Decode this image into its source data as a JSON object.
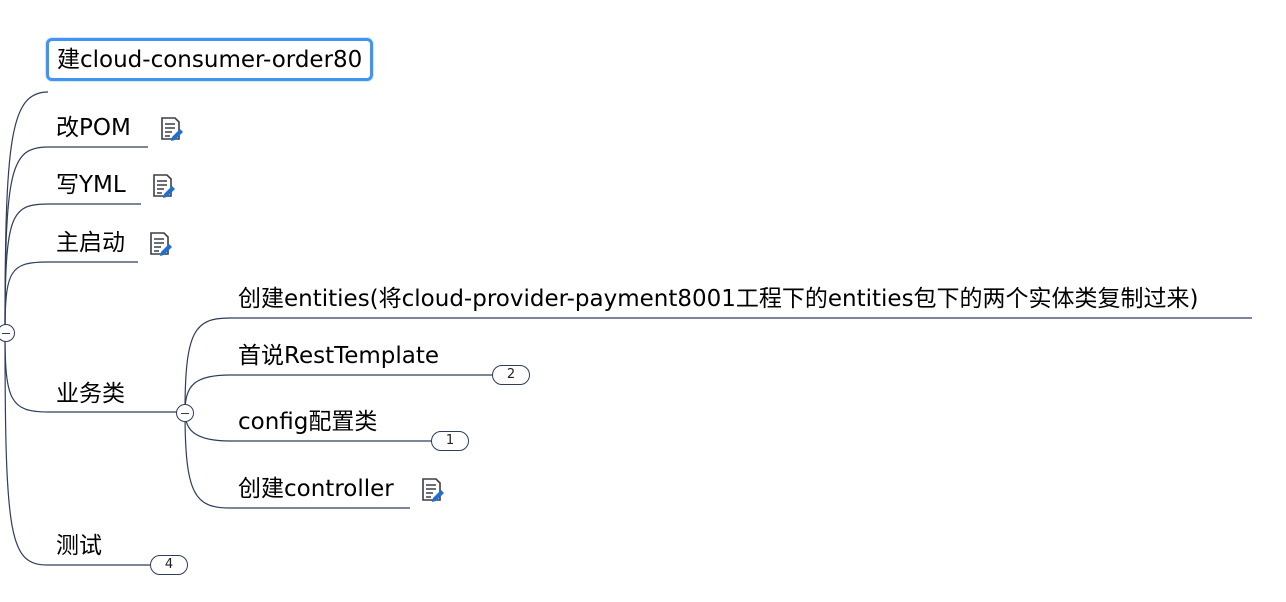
{
  "colors": {
    "line": "#2e3d5a",
    "selection": "#3f95f0"
  },
  "nodes": {
    "build": "建cloud-consumer-order80",
    "pom": "改POM",
    "yml": "写YML",
    "main": "主启动",
    "business": "业务类",
    "test": "测试"
  },
  "business_children": {
    "entities": "创建entities(将cloud-provider-payment8001工程下的entities包下的两个实体类复制过来)",
    "resttemplate": "首说RestTemplate",
    "config": "config配置类",
    "controller": "创建controller"
  },
  "badges": {
    "resttemplate": "2",
    "config": "1",
    "test": "4"
  },
  "icons": {
    "note": "notes-icon",
    "collapse": "collapse-toggle-icon"
  }
}
